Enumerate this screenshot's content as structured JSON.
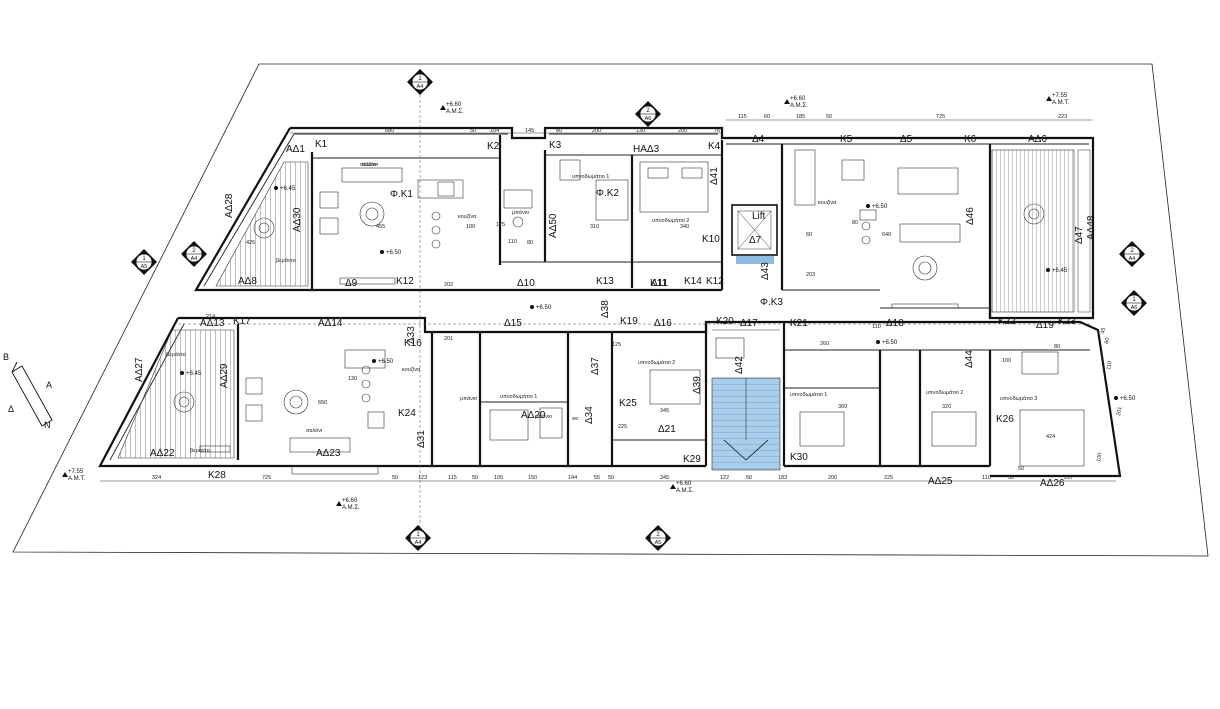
{
  "colors": {
    "ink": "#111111",
    "stair_fill": "#a9cdea",
    "lift_window": "#8fbbe3",
    "background": "#ffffff"
  },
  "icons": [
    "section-marker-icon",
    "level-marker-icon",
    "north-arrow-icon",
    "window-icon",
    "stove-icon"
  ],
  "section_markers": [
    {
      "num": "1",
      "ref": "A4"
    },
    {
      "num": "2",
      "ref": "A6"
    },
    {
      "num": "2",
      "ref": "A4"
    },
    {
      "num": "1",
      "ref": "A5"
    },
    {
      "num": "2",
      "ref": "A4"
    },
    {
      "num": "1",
      "ref": "A6"
    },
    {
      "num": "1",
      "ref": "A4"
    },
    {
      "num": "2",
      "ref": "A5"
    }
  ],
  "levels": [
    {
      "value": "+6.60",
      "tag": "Α.Μ.Σ."
    },
    {
      "value": "+6.60",
      "tag": "Α.Μ.Σ."
    },
    {
      "value": "+7.55",
      "tag": "Α.Μ.Τ."
    },
    {
      "value": "+7.55",
      "tag": "Α.Μ.Τ."
    },
    {
      "value": "+6.60",
      "tag": "Α.Μ.Σ."
    },
    {
      "value": "+6.60",
      "tag": "Α.Μ.Σ."
    }
  ],
  "floor_levels": [
    "+6.45",
    "+6.50",
    "+6.50",
    "+6.50",
    "+6.45",
    "+6.50",
    "+6.45",
    "+6.50",
    "+6.50"
  ],
  "compass": {
    "letters": [
      "Β",
      "Α",
      "Δ",
      "Ν"
    ]
  },
  "codes": [
    "Κ1",
    "Κ2",
    "Κ3",
    "ΗΑΔ3",
    "Κ4",
    "Δ4",
    "Κ5",
    "Δ5",
    "Κ6",
    "ΑΔ6",
    "ΑΔ1",
    "Φ.Κ1",
    "Φ.Κ2",
    "Δ41",
    "Δ46",
    "ΑΔ48",
    "ΑΔ28",
    "ΑΔ30",
    "ΑΔ50",
    "Κ10",
    "Δ7",
    "Κ12",
    "Κ13",
    "Κ11",
    "Κ14",
    "Κ12",
    "Δ43",
    "ΑΔ8",
    "Δ9",
    "Δ10",
    "Δ11",
    "Φ.Κ3",
    "Δ47",
    "Κ22",
    "Δ19",
    "Κ23",
    "Δ33",
    "Δ15",
    "Κ19",
    "Δ16",
    "Κ20",
    "Δ17",
    "Κ21",
    "ΑΔ13",
    "Κ17",
    "ΑΔ14",
    "Κ16",
    "Δ18",
    "ΑΔ27",
    "ΑΔ29",
    "Δ37",
    "Δ39",
    "Κ24",
    "Δ34",
    "Δ31",
    "ΑΔ20",
    "Κ25",
    "Δ21",
    "Δ44",
    "Κ26",
    "ΑΔ22",
    "ΑΔ23",
    "Κ28",
    "Κ29",
    "Κ30",
    "ΑΔ25",
    "ΑΔ26",
    "Lift",
    "Δ38",
    "Δ42"
  ],
  "rooms": [
    "σαλόνι",
    "κουζίνα",
    "μπάνιο",
    "υπνοδωμάτιο 1",
    "υπνοδωμάτιο 2",
    "βεράντα",
    "κουζίνα",
    "σαλόνι",
    "κουζίνα",
    "βεράντα",
    "υπνοδωμάτιο 1",
    "μπάνιο",
    "wc",
    "υπνοδωμάτιο 2",
    "υπνοδωμάτιο 1",
    "υπνοδωμάτιο 2",
    "υπνοδωμάτιο 3",
    "σαλόνι",
    "βεράντα",
    "μπάνιο"
  ],
  "top_dims": [
    "680",
    "50",
    "104",
    "145",
    "80",
    "200",
    "130",
    "200",
    "76",
    "115",
    "60",
    "185",
    "50",
    "725",
    "223"
  ],
  "bottom_dims": [
    "324",
    "725",
    "50",
    "123",
    "115",
    "50",
    "105",
    "150",
    "144",
    "55",
    "50",
    "345",
    "122",
    "50",
    "183",
    "200",
    "225",
    "110",
    "50",
    "297"
  ],
  "side_dims": [
    "45",
    "60",
    "110",
    "201",
    "100"
  ],
  "interior_dims": [
    "100",
    "175",
    "80",
    "110",
    "310",
    "340",
    "455",
    "650",
    "640",
    "80",
    "60",
    "202",
    "201",
    "214",
    "425",
    "130",
    "345",
    "360",
    "320",
    "424",
    "125",
    "225",
    "50",
    "260",
    "110",
    "100",
    "80",
    "203"
  ]
}
